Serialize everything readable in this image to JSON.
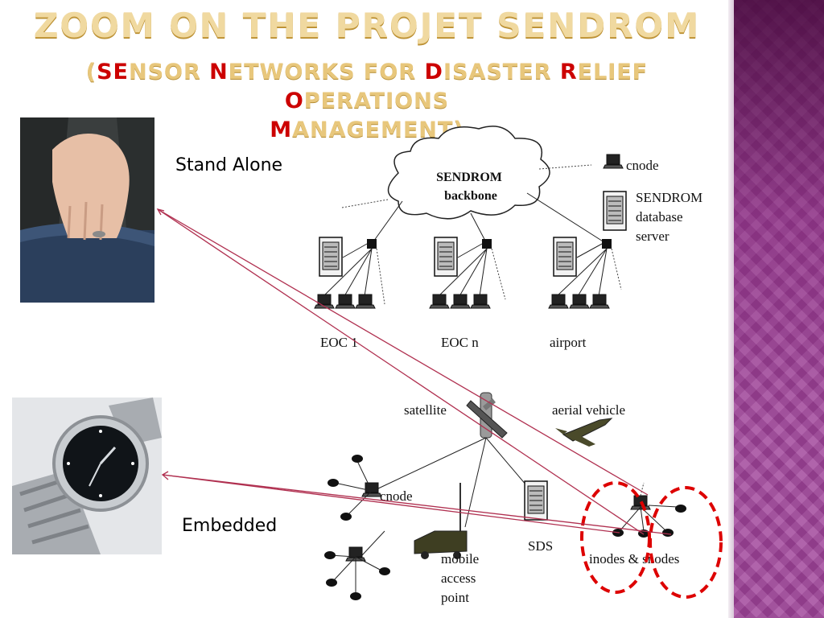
{
  "slide": {
    "title": "Zoom on the projet SENDROM",
    "subtitle": {
      "segments": [
        {
          "text": "(",
          "ini": false
        },
        {
          "text": "SE",
          "ini": true
        },
        {
          "text": "nsor ",
          "ini": false
        },
        {
          "text": "N",
          "ini": true
        },
        {
          "text": "etworks for ",
          "ini": false
        },
        {
          "text": "D",
          "ini": true
        },
        {
          "text": "isaster ",
          "ini": false
        },
        {
          "text": "R",
          "ini": true
        },
        {
          "text": "elief ",
          "ini": false
        },
        {
          "text": "O",
          "ini": true
        },
        {
          "text": "perations",
          "ini": false
        }
      ],
      "line2": [
        {
          "text": "M",
          "ini": true
        },
        {
          "text": "anagement)",
          "ini": false
        }
      ]
    },
    "labels": {
      "stand_alone": "Stand Alone",
      "embedded": "Embedded"
    },
    "diagram": {
      "backbone_line1": "SENDROM",
      "backbone_line2": "backbone",
      "cnode_top": "cnode",
      "db_line1": "SENDROM",
      "db_line2": "database",
      "db_line3": "server",
      "eoc1": "EOC 1",
      "eocn": "EOC n",
      "airport": "airport",
      "satellite": "satellite",
      "aerial": "aerial vehicle",
      "cnode_bottom": "cnode",
      "sds": "SDS",
      "mobile_line1": "mobile",
      "mobile_line2": "access",
      "mobile_line3": "point",
      "inodes": "inodes & snodes"
    },
    "colors": {
      "title": "#f0d9a0",
      "initials": "#cc0000",
      "band": "#a0439a",
      "arrow": "#b03050",
      "ellipse": "#dd0000"
    }
  }
}
